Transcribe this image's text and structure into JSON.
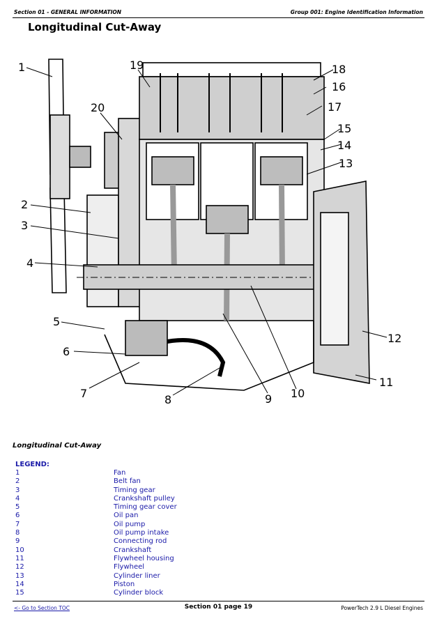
{
  "header": {
    "left": "Section 01 - GENERAL INFORMATION",
    "right": "Group 001: Engine Identification Information"
  },
  "title": "Longitudinal Cut-Away",
  "figure": {
    "callouts": [
      "1",
      "2",
      "3",
      "4",
      "5",
      "6",
      "7",
      "8",
      "9",
      "10",
      "11",
      "12",
      "13",
      "14",
      "15",
      "16",
      "17",
      "18",
      "19",
      "20"
    ]
  },
  "caption": "Longitudinal Cut-Away",
  "legend": {
    "heading": "LEGEND:",
    "items": [
      {
        "num": "1",
        "label": "Fan"
      },
      {
        "num": "2",
        "label": "Belt fan"
      },
      {
        "num": "3",
        "label": "Timing gear"
      },
      {
        "num": "4",
        "label": "Crankshaft pulley"
      },
      {
        "num": "5",
        "label": "Timing gear cover"
      },
      {
        "num": "6",
        "label": "Oil pan"
      },
      {
        "num": "7",
        "label": "Oil pump"
      },
      {
        "num": "8",
        "label": "Oil pump intake"
      },
      {
        "num": "9",
        "label": "Connecting rod"
      },
      {
        "num": "10",
        "label": "Crankshaft"
      },
      {
        "num": "11",
        "label": "Flywheel housing"
      },
      {
        "num": "12",
        "label": "Flywheel"
      },
      {
        "num": "13",
        "label": "Cylinder liner"
      },
      {
        "num": "14",
        "label": "Piston"
      },
      {
        "num": "15",
        "label": "Cylinder block"
      }
    ]
  },
  "footer": {
    "toc_link": "<- Go to Section TOC",
    "page": "Section 01 page 19",
    "product": "PowerTech 2.9 L Diesel Engines"
  }
}
